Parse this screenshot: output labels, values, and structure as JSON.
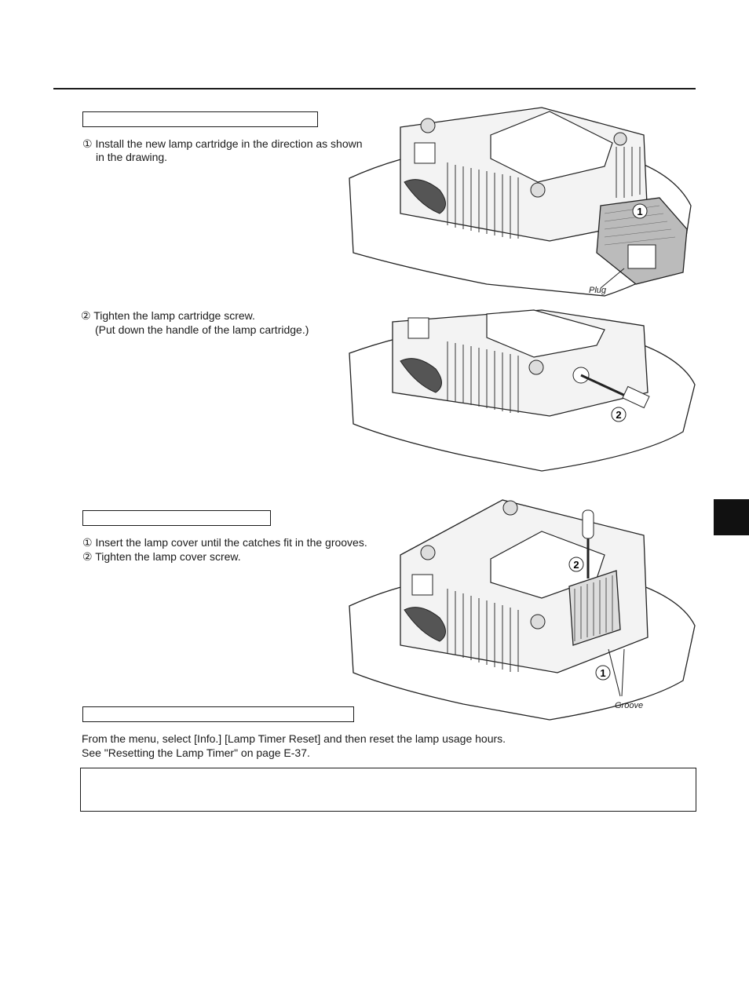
{
  "step1": {
    "item1": "① Install the new lamp cartridge in the direction as shown",
    "item1_cont": "in the drawing.",
    "item2": "② Tighten the lamp cartridge screw.",
    "item2_note": "(Put down the handle of the lamp cartridge.)",
    "plug_label": "Plug"
  },
  "step2": {
    "item1": "① Insert the lamp cover until the catches fit in the grooves.",
    "item2": "② Tighten the lamp cover screw.",
    "groove_label": "Groove"
  },
  "step3": {
    "line1": "From the menu, select [Info.]      [Lamp Timer Reset] and then reset the lamp usage hours.",
    "line2": "See \"Resetting the Lamp Timer\" on page E-37."
  },
  "callouts": {
    "one": "1",
    "two": "2"
  }
}
